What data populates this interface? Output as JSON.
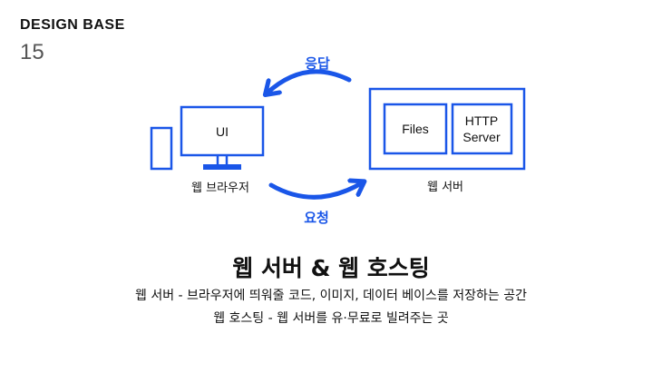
{
  "brand": {
    "name": "DESIGN BASE",
    "page_number": "15"
  },
  "colors": {
    "accent": "#1a56e8",
    "text": "#111111"
  },
  "diagram": {
    "response_label": "응답",
    "request_label": "요청",
    "browser_screen_label": "UI",
    "browser_caption": "웹 브라우저",
    "server_files_label": "Files",
    "server_http_line1": "HTTP",
    "server_http_line2": "Server",
    "server_caption": "웹 서버"
  },
  "content": {
    "title": "웹 서버 & 웹 호스팅",
    "line1": "웹 서버 - 브라우저에 띄워줄 코드, 이미지, 데이터 베이스를 저장하는 공간",
    "line2": "웹 호스팅 - 웹 서버를 유·무료로 빌려주는 곳"
  }
}
